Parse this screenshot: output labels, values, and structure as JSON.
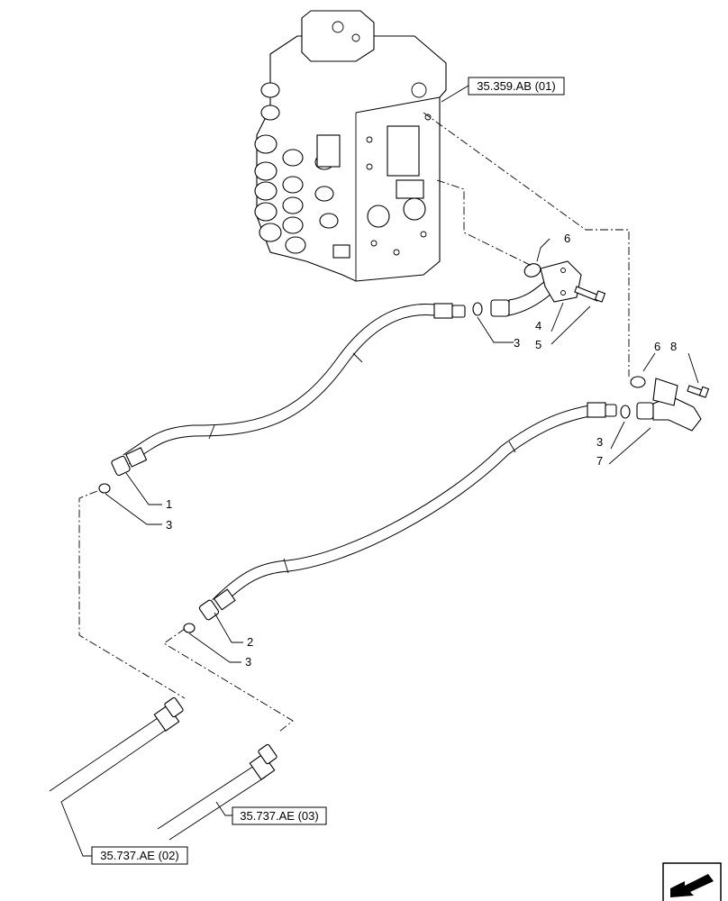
{
  "references": {
    "valve": "35.359.AB (01)",
    "pipe_a": "35.737.AE (02)",
    "pipe_b": "35.737.AE (03)"
  },
  "callouts": {
    "c1": "1",
    "c2": "2",
    "c3a": "3",
    "c3b": "3",
    "c3c": "3",
    "c3d": "3",
    "c4": "4",
    "c5": "5",
    "c6a": "6",
    "c6b": "6",
    "c7": "7",
    "c8": "8"
  },
  "icons": {
    "nav": "next-page-arrow-icon"
  }
}
